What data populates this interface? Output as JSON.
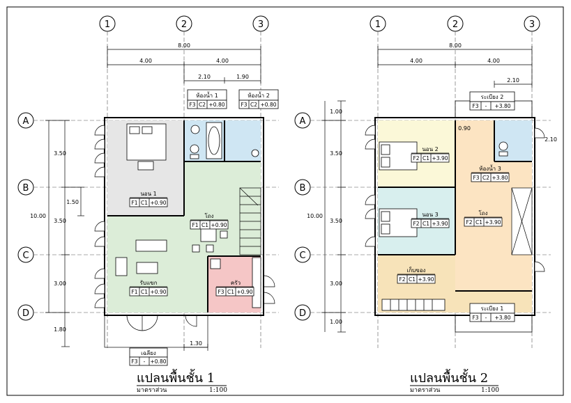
{
  "grid_labels": {
    "columns": [
      "1",
      "2",
      "3"
    ],
    "rows": [
      "A",
      "B",
      "C",
      "D"
    ]
  },
  "plan1": {
    "title": "แปลนพื้นชั้น 1",
    "scale_label": "มาตราส่วน",
    "scale_value": "1:100",
    "dims_top": {
      "total": "8.00",
      "left": "4.00",
      "right": "4.00",
      "sub1": "2.10",
      "sub2": "1.90"
    },
    "dims_side": {
      "d1": "3.50",
      "d2": "1.50",
      "d3": "3.50",
      "d4": "3.00",
      "d5": "1.80",
      "total": "10.00"
    },
    "dim_bottom": "1.30",
    "rooms": {
      "bath1": {
        "name": "ห้องน้ำ 1",
        "f": "F3",
        "c": "C2",
        "lvl": "+0.80"
      },
      "bath2": {
        "name": "ห้องน้ำ 2",
        "f": "F3",
        "c": "C2",
        "lvl": "+0.80"
      },
      "bed1": {
        "name": "นอน 1",
        "f": "F1",
        "c": "C1",
        "lvl": "+0.90"
      },
      "hall": {
        "name": "โถง",
        "f": "F1",
        "c": "C1",
        "lvl": "+0.90"
      },
      "living": {
        "name": "รับแขก",
        "f": "F1",
        "c": "C1",
        "lvl": "+0.90"
      },
      "kitchen": {
        "name": "ครัว",
        "f": "F3",
        "c": "C1",
        "lvl": "+0.90"
      },
      "porch": {
        "name": "เฉลียง",
        "f": "F3",
        "c": "-",
        "lvl": "+0.80"
      }
    }
  },
  "plan2": {
    "title": "แปลนพื้นชั้น 2",
    "scale_label": "มาตราส่วน",
    "scale_value": "1:100",
    "dims_top": {
      "total": "8.00",
      "left": "4.00",
      "right": "4.00",
      "sub1": "2.10"
    },
    "dims_side": {
      "d0": "1.00",
      "d1": "3.50",
      "d3": "3.50",
      "d4": "3.00",
      "d5": "1.00",
      "total": "10.00"
    },
    "dim_misc": {
      "a": "0.90",
      "b": "2.10"
    },
    "rooms": {
      "balcony2": {
        "name": "ระเบียง 2",
        "f": "F3",
        "c": "-",
        "lvl": "+3.80"
      },
      "bed2": {
        "name": "นอน 2",
        "f": "F2",
        "c": "C1",
        "lvl": "+3.90"
      },
      "bath3": {
        "name": "ห้องน้ำ 3",
        "f": "F3",
        "c": "C2",
        "lvl": "+3.80"
      },
      "bed3": {
        "name": "นอน 3",
        "f": "F2",
        "c": "C1",
        "lvl": "+3.90"
      },
      "hall": {
        "name": "โถง",
        "f": "F2",
        "c": "C1",
        "lvl": "+3.90"
      },
      "storage": {
        "name": "เก็บของ",
        "f": "F2",
        "c": "C1",
        "lvl": "+3.90"
      },
      "balcony1": {
        "name": "ระเบียง 1",
        "f": "F3",
        "c": "-",
        "lvl": "+3.80"
      }
    }
  },
  "colors": {
    "bed1": "#e6e6e6",
    "living": "#dcedd8",
    "bath1": "#cfe6f3",
    "kitchen": "#f5c6c6",
    "bed2": "#fbf8d8",
    "bed3": "#d8efee",
    "hall2": "#fce4c2",
    "storage": "#f7e3b9"
  }
}
